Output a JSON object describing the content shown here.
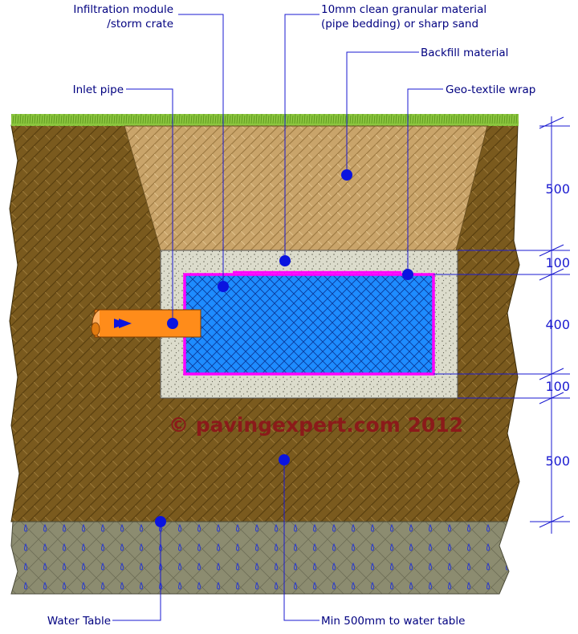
{
  "labels": {
    "infiltration_module": [
      "Infiltration module",
      "/storm crate"
    ],
    "pipe_bedding": [
      "10mm clean granular material",
      "(pipe bedding) or sharp sand"
    ],
    "backfill": "Backfill material",
    "inlet_pipe": "Inlet pipe",
    "geotextile": "Geo-textile wrap",
    "water_table": "Water Table",
    "min_distance": "Min 500mm to water table"
  },
  "dimensions": [
    "500",
    "100",
    "400",
    "100",
    "500"
  ],
  "watermark": "© pavingexpert.com 2012",
  "colors": {
    "grass": "#8cc63f",
    "subsoil": "#7a5a1e",
    "backfill": "#c9a46a",
    "bedding": "#dcdccc",
    "crate": "#1e8cff",
    "geotextile": "#ff00ff",
    "pipe": "#ff8c1a",
    "water_table": "#8c8c70",
    "annotation": "#1a1ad0"
  }
}
